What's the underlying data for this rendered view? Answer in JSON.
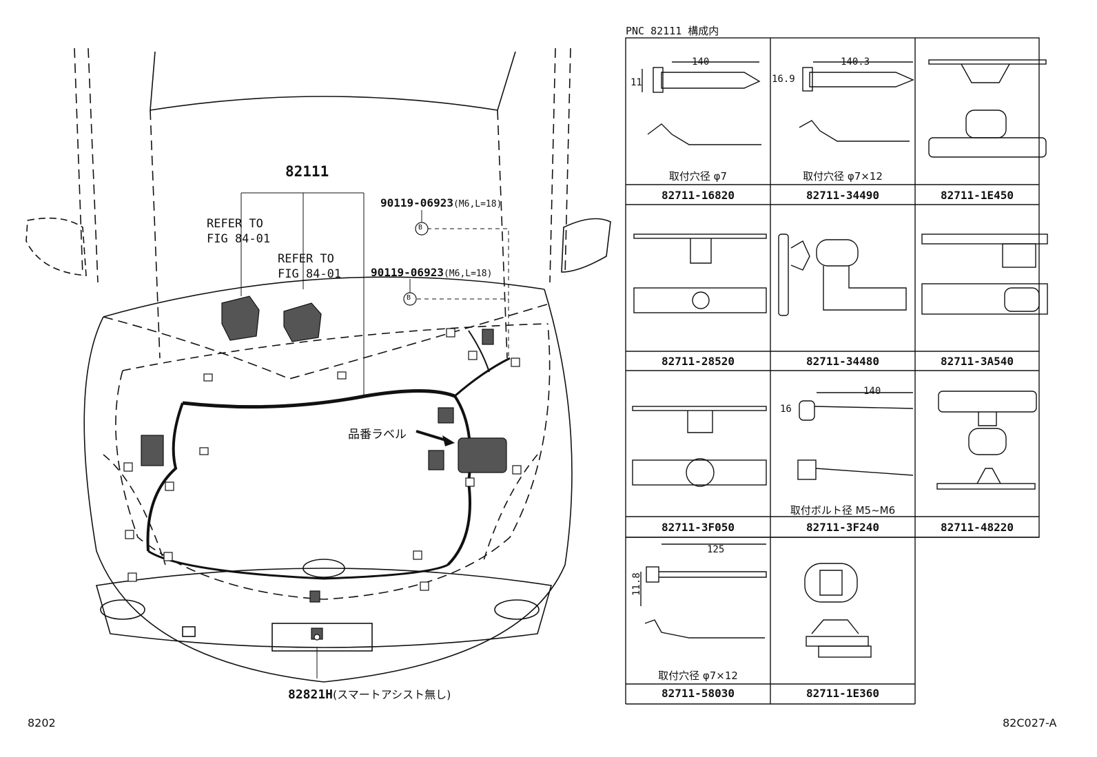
{
  "header": {
    "pnc": "PNC 82111 構成内"
  },
  "diagram": {
    "main_part": "82111",
    "refer1_line1": "REFER TO",
    "refer1_line2": "FIG 84-01",
    "refer2_line1": "REFER TO",
    "refer2_line2": "FIG 84-01",
    "bolt1_part": "90119-06923",
    "bolt1_spec": "(M6,L=18)",
    "bolt2_part": "90119-06923",
    "bolt2_spec": "(M6,L=18)",
    "bolt_marker": "B",
    "label_note": "品番ラベル",
    "bottom_part": "82821H",
    "bottom_note": "(スマートアシスト無し)"
  },
  "footer": {
    "left": "8202",
    "right": "82C027-A"
  },
  "parts": [
    {
      "number": "82711-16820",
      "dims": [
        "140",
        "11"
      ],
      "note": "取付穴径 φ7"
    },
    {
      "number": "82711-34490",
      "dims": [
        "140.3",
        "16.9"
      ],
      "note": "取付穴径 φ7×12"
    },
    {
      "number": "82711-1E450",
      "dims": [],
      "note": ""
    },
    {
      "number": "82711-28520",
      "dims": [],
      "note": ""
    },
    {
      "number": "82711-34480",
      "dims": [],
      "note": ""
    },
    {
      "number": "82711-3A540",
      "dims": [],
      "note": ""
    },
    {
      "number": "82711-3F050",
      "dims": [],
      "note": ""
    },
    {
      "number": "82711-3F240",
      "dims": [
        "140",
        "16"
      ],
      "note": "取付ボルト径 M5~M6"
    },
    {
      "number": "82711-48220",
      "dims": [],
      "note": ""
    },
    {
      "number": "82711-58030",
      "dims": [
        "125",
        "11.8"
      ],
      "note": "取付穴径 φ7×12"
    },
    {
      "number": "82711-1E360",
      "dims": [],
      "note": ""
    }
  ]
}
